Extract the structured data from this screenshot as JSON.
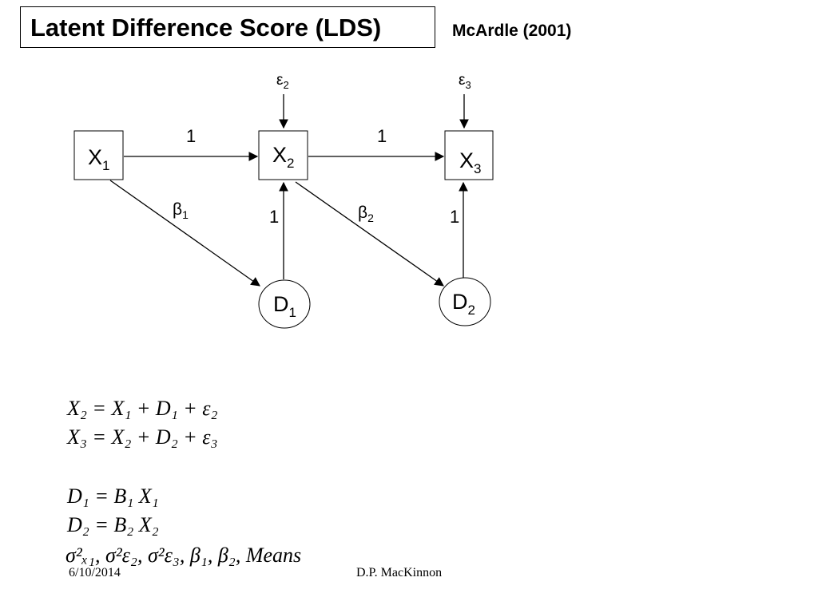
{
  "title": "Latent Difference Score (LDS)",
  "citation": "McArdle (2001)",
  "nodes": {
    "x1": {
      "main": "X",
      "sub": "1"
    },
    "x2": {
      "main": "X",
      "sub": "2"
    },
    "x3": {
      "main": "X",
      "sub": "3"
    },
    "d1": {
      "main": "D",
      "sub": "1"
    },
    "d2": {
      "main": "D",
      "sub": "2"
    },
    "e2": {
      "main": "ε",
      "sub": "2"
    },
    "e3": {
      "main": "ε",
      "sub": "3"
    }
  },
  "edges": {
    "x1_x2": "1",
    "x2_x3": "1",
    "d1_x2": "1",
    "d2_x3": "1",
    "x1_d1": {
      "main": "β",
      "sub": "1"
    },
    "x2_d2": {
      "main": "β",
      "sub": "2"
    }
  },
  "equations": {
    "eq1": "X₂ = X₁ + D₁ + ε₂",
    "eq2": "X₃ = X₂ + D₂ + ε₃",
    "eq3": "D₁ = B₁ X₁",
    "eq4": "D₂ = B₂ X₂",
    "eq5": "σ²ₓ₁, σ²ε₂, σ²ε₃, β₁, β₂, Means"
  },
  "footer": {
    "date": "6/10/2014",
    "author": "D.P. MacKinnon"
  }
}
